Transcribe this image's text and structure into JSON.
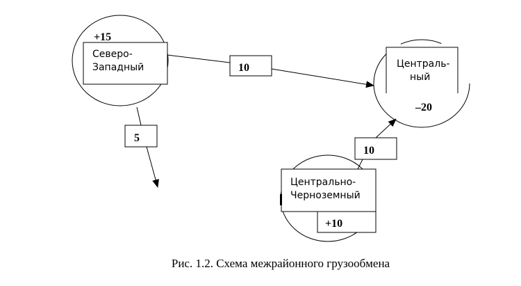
{
  "regions": {
    "northwest": {
      "name_line1": "Северо-",
      "name_line2": "Западный",
      "balance": "+15"
    },
    "central": {
      "name_line1": "Централь-",
      "name_line2": "ный",
      "balance": "–20"
    },
    "chernozem": {
      "name_line1": "Центрально-",
      "name_line2": "Черноземный",
      "balance": "+10"
    }
  },
  "flows": {
    "nw_to_central": "10",
    "nw_outbound": "5",
    "chernozem_to_central": "10"
  },
  "caption": "Рис. 1.2. Схема межрайонного грузообмена"
}
